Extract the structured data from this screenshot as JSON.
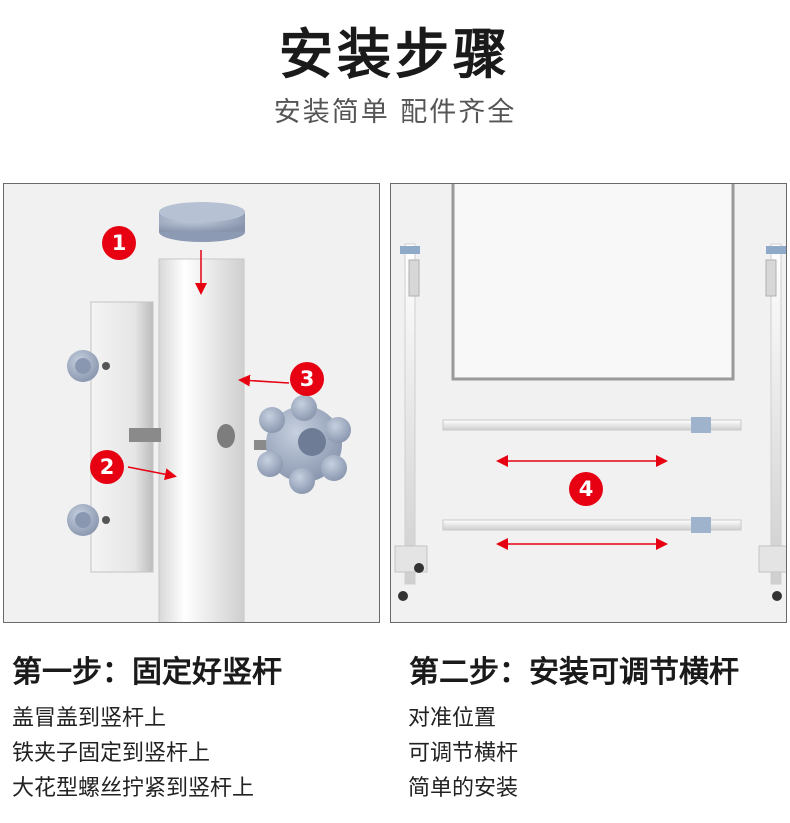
{
  "header": {
    "title": "安装步骤",
    "subtitle": "安装简单 配件齐全"
  },
  "colors": {
    "accent_red": "#e60012",
    "panel_bg": "#f1f1f1",
    "knob_blue": "#9aa8c0"
  },
  "step1": {
    "heading": "第一步：固定好竖杆",
    "lines": [
      "盖冒盖到竖杆上",
      "铁夹子固定到竖杆上",
      "大花型螺丝拧紧到竖杆上"
    ],
    "markers": [
      "1",
      "2",
      "3"
    ]
  },
  "step2": {
    "heading": "第二步：安装可调节横杆",
    "lines": [
      "对准位置",
      "可调节横杆",
      "简单的安装"
    ],
    "markers": [
      "4"
    ]
  }
}
